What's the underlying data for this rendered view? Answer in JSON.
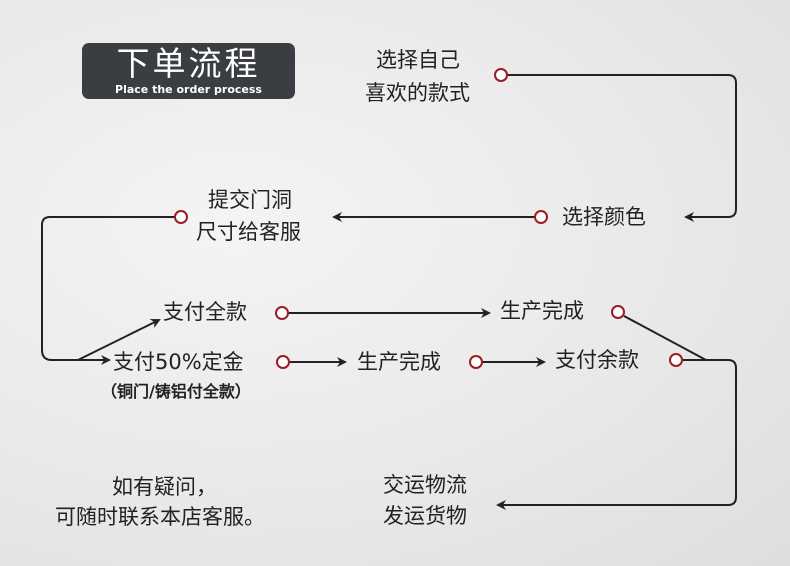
{
  "title": {
    "main": "下单流程",
    "subtitle": "Place the order process"
  },
  "steps": {
    "choose_style": [
      "选择自己",
      "喜欢的款式"
    ],
    "choose_color": "选择颜色",
    "submit_size": [
      "提交门洞",
      "尺寸给客服"
    ],
    "pay_full": "支付全款",
    "production_a": "生产完成",
    "pay_deposit": "支付50%定金",
    "deposit_note": "（铜门/铸铝付全款）",
    "production_b": "生产完成",
    "pay_balance": "支付余款",
    "shipping": [
      "交运物流",
      "发运货物"
    ]
  },
  "contact": [
    "如有疑问，",
    "可随时联系本店客服。"
  ],
  "colors": {
    "line": "#222222",
    "node": "#9b1c24",
    "title_bg": "#3a3d42"
  }
}
